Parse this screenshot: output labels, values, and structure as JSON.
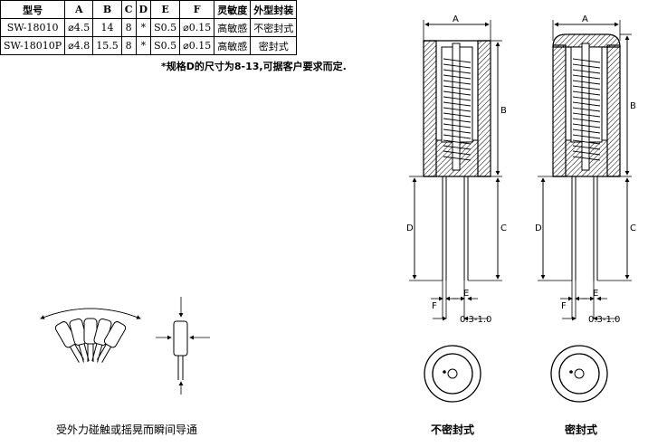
{
  "table": {
    "headers": [
      "型号",
      "A",
      "B",
      "C",
      "D",
      "E",
      "F",
      "灵敏度",
      "外型封装"
    ],
    "rows": [
      [
        "SW-18010",
        "⌀4.5",
        "14",
        "8",
        "*",
        "S0.5",
        "⌀0.15",
        "高敏感",
        "不密封式"
      ],
      [
        "SW-18010P",
        "⌀4.8",
        "15.5",
        "8",
        "*",
        "S0.5",
        "⌀0.15",
        "高敏感",
        "密封式"
      ]
    ]
  },
  "note": "*规格D的尺寸为8-13,可据客户要求而定.",
  "dims": {
    "A": "A",
    "B": "B",
    "C": "C",
    "D": "D",
    "E": "E",
    "F": "F",
    "gap": "0.3-1.0"
  },
  "captions": {
    "motion": "受外力碰触或摇晃而瞬间导通",
    "unsealed": "不密封式",
    "sealed": "密封式"
  }
}
